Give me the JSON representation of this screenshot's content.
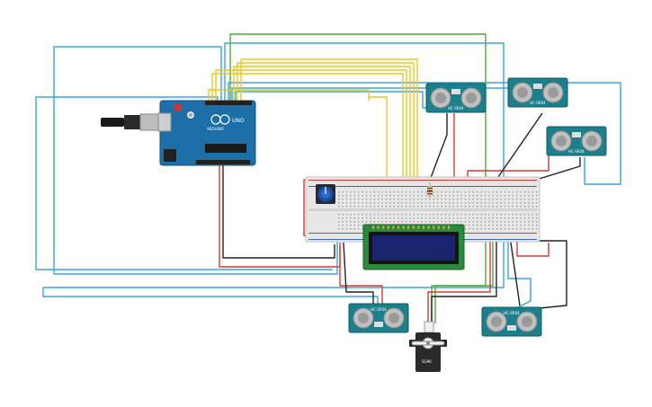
{
  "arduino": {
    "brand_text": "ARDUINO",
    "model_text": "UNO"
  },
  "lcd": {
    "line1": "",
    "line2": ""
  },
  "sensors": [
    {
      "id": "us1",
      "label": "HC-SR04"
    },
    {
      "id": "us2",
      "label": "HC-SR04"
    },
    {
      "id": "us3",
      "label": "HC-SR04"
    },
    {
      "id": "us4",
      "label": "HC-SR04"
    },
    {
      "id": "us5",
      "label": "HC-SR04"
    }
  ],
  "servo": {
    "label": "SG90"
  },
  "colors": {
    "wire_blue": "#3aa6d6",
    "wire_yellow": "#e8c91e",
    "wire_red": "#d43c32",
    "wire_black": "#222222",
    "wire_green": "#4fa83c",
    "board_teal": "#1b7f8c",
    "arduino_blue": "#1d6fa8",
    "breadboard": "#e6e6e6",
    "lcd_green": "#2a8a3c"
  }
}
